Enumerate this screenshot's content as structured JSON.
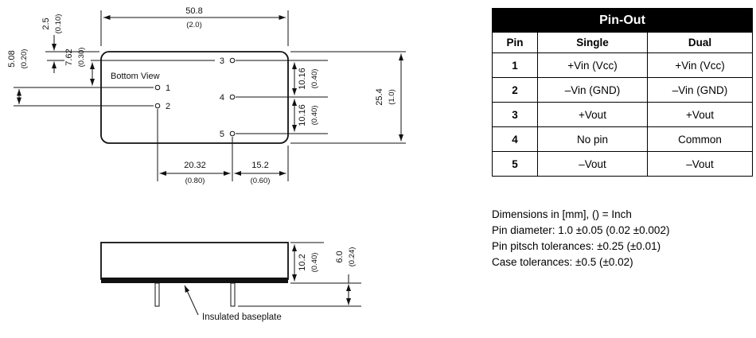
{
  "drawing": {
    "top_view": {
      "view_label": "Bottom View",
      "pins": {
        "p1": "1",
        "p2": "2",
        "p3": "3",
        "p4": "4",
        "p5": "5"
      },
      "dims": {
        "width_mm": "50.8",
        "width_in": "(2.0)",
        "pin3_offset_mm": "2.5",
        "pin3_offset_in": "(0.10)",
        "pin1_pin2_mm": "5.08",
        "pin1_pin2_in": "(0.20)",
        "pin3_pin1_mm": "7.62",
        "pin3_pin1_in": "(0.30)",
        "pin3_pin4_mm": "10.16",
        "pin3_pin4_in": "(0.40)",
        "pin4_pin5_mm": "10.16",
        "pin4_pin5_in": "(0.40)",
        "height_mm": "25.4",
        "height_in": "(1.0)",
        "col_spacing_mm": "20.32",
        "col_spacing_in": "(0.80)",
        "col_edge_mm": "15.2",
        "col_edge_in": "(0.60)"
      }
    },
    "side_view": {
      "body_height_mm": "10.2",
      "body_height_in": "(0.40)",
      "pin_length_mm": "6.0",
      "pin_length_in": "(0.24)",
      "callout": "Insulated baseplate"
    }
  },
  "pinout_table": {
    "title": "Pin-Out",
    "headers": {
      "pin": "Pin",
      "single": "Single",
      "dual": "Dual"
    },
    "rows": [
      {
        "pin": "1",
        "single": "+Vin (Vcc)",
        "dual": "+Vin (Vcc)"
      },
      {
        "pin": "2",
        "single": "–Vin (GND)",
        "dual": "–Vin (GND)"
      },
      {
        "pin": "3",
        "single": "+Vout",
        "dual": "+Vout"
      },
      {
        "pin": "4",
        "single": "No pin",
        "dual": "Common"
      },
      {
        "pin": "5",
        "single": "–Vout",
        "dual": "–Vout"
      }
    ]
  },
  "notes": {
    "units": "Dimensions in [mm], () = Inch",
    "pin_diameter": "Pin diameter: 1.0 ±0.05 (0.02 ±0.002)",
    "pin_pitch": "Pin pitsch tolerances: ±0.25 (±0.01)",
    "case": "Case tolerances:  ±0.5 (±0.02)"
  }
}
